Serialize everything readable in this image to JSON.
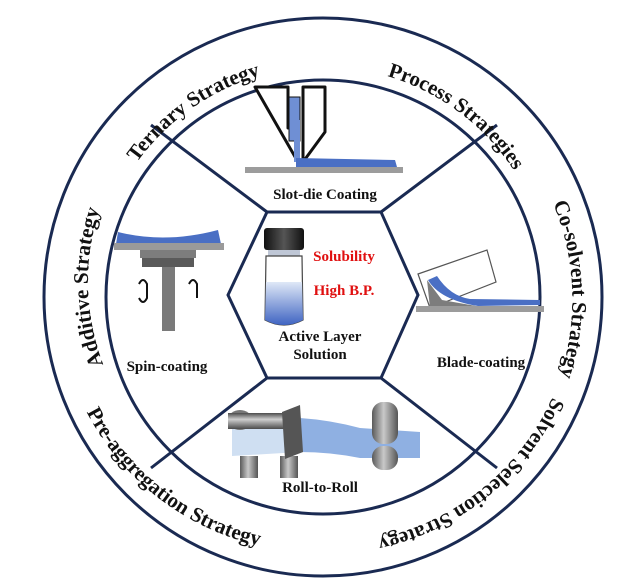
{
  "ring_labels": {
    "ternary": "Ternary Strategy",
    "process": "Process Strategies",
    "cosolvent": "Co-solvent Strategy",
    "solvent_selection": "Solvent Selection Strategy",
    "preaggregation": "Pre-aggregation Strategy",
    "additive": "Additive Strategy"
  },
  "segments": {
    "slot_die": "Slot-die Coating",
    "blade": "Blade-coating",
    "roll": "Roll-to-Roll",
    "spin": "Spin-coating"
  },
  "center": {
    "line1": "Active Layer",
    "line2": "Solution",
    "property1": "Solubility",
    "property2": "High B.P."
  },
  "colors": {
    "ring_stroke": "#1a2a52",
    "film_blue": "#4a6fc4",
    "light_blue": "#a9c4e6",
    "highlight_red": "#e01010",
    "metal_gray": "#8a8a8a"
  }
}
